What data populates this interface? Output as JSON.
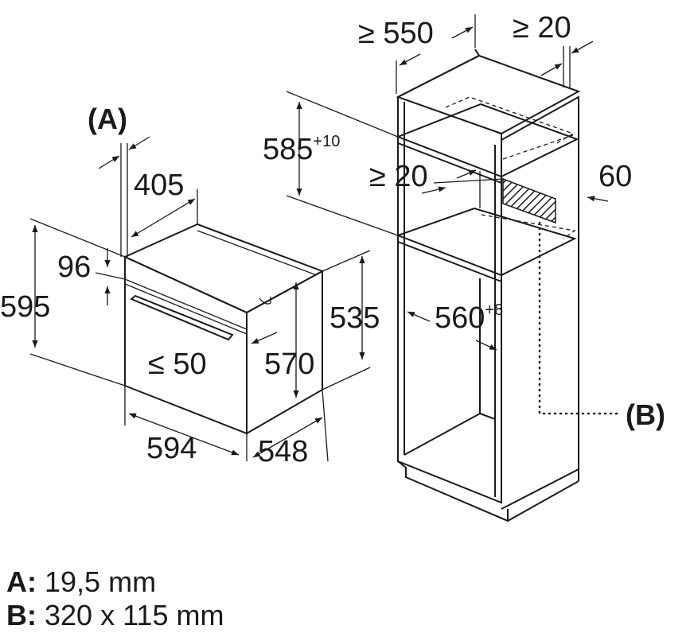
{
  "dimensions": {
    "oven_depth_total": "548",
    "oven_width": "594",
    "oven_height": "595",
    "oven_body_height": "535",
    "door_offset": "96",
    "panel_depth": "405",
    "cavity_depth": "570",
    "handle_projection": "≤ 50",
    "cabinet_min_depth": "≥ 550",
    "rear_gap": "≥ 20",
    "shelf_gap": "≥ 20",
    "niche_height": "585",
    "niche_height_tol": "+10",
    "niche_width": "560",
    "niche_width_tol": "+8",
    "cutout_offset": "60"
  },
  "callouts": {
    "a": "(A)",
    "b": "(B)"
  },
  "legend": [
    {
      "key": "A:",
      "value": "19,5 mm"
    },
    {
      "key": "B:",
      "value": "320 x 115 mm"
    }
  ]
}
